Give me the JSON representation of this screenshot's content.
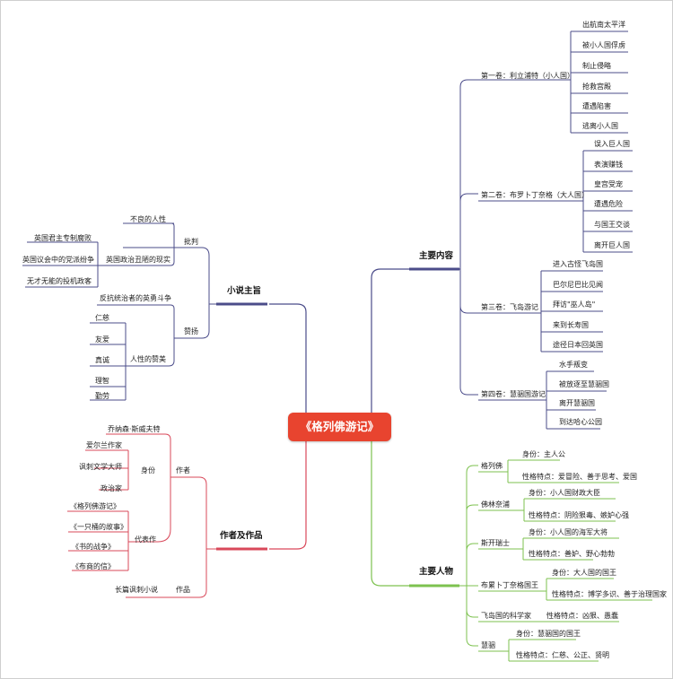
{
  "root": "《格列佛游记》",
  "colors": {
    "root": "#e8442f",
    "content": "#4b4c8a",
    "characters": "#7dc24f",
    "author": "#d9485a",
    "theme": "#4b4c8a"
  },
  "content": {
    "title": "主要内容",
    "vol1": {
      "label": "第一卷：利立浦特（小人国）",
      "items": [
        "出航南太平洋",
        "被小人国俘虏",
        "制止侵略",
        "抢救宫殿",
        "遭遇陷害",
        "逃离小人国"
      ]
    },
    "vol2": {
      "label": "第二卷：布罗卜丁奈格（大人国）",
      "items": [
        "误入巨人国",
        "表演赚钱",
        "皇宫受宠",
        "遭遇危险",
        "与国王交谈",
        "离开巨人国"
      ]
    },
    "vol3": {
      "label": "第三卷：飞岛游记",
      "items": [
        "进入古怪飞岛国",
        "巴尔尼巴比见闻",
        "拜访\"巫人岛\"",
        "来到长寿国",
        "途径日本回英国"
      ]
    },
    "vol4": {
      "label": "第四卷：慧骃国游记",
      "items": [
        "水手叛变",
        "被放逐至慧骃国",
        "离开慧骃国",
        "到达哈心公园"
      ]
    }
  },
  "characters": {
    "title": "主要人物",
    "gulliver": {
      "name": "格列佛",
      "identity": "身份：主人公",
      "traits": "性格特点：爱冒险、善于思考、爱国"
    },
    "flimnap": {
      "name": "佛林奈浦",
      "identity": "身份：小人国财政大臣",
      "traits": "性格特点：阴险狠毒、嫉妒心强"
    },
    "skyresh": {
      "name": "斯开瑞士",
      "identity": "身份：小人国的海军大将",
      "traits": "性格特点：善妒、野心勃勃"
    },
    "brob_king": {
      "name": "布累卜丁奈格国王",
      "identity": "身份：大人国的国王",
      "traits": "性格特点：博学多识、善于治理国家"
    },
    "scientist": {
      "name": "飞岛国的科学家",
      "traits": "性格特点：凶狠、愚蠢"
    },
    "houyhnhnm": {
      "name": "慧骃",
      "identity": "身份：慧骃国的国王",
      "traits": "性格特点：仁慈、公正、贤明"
    }
  },
  "theme": {
    "title": "小说主旨",
    "criticize": {
      "label": "批判",
      "bad_nature": "不良的人性",
      "politics": "英国政治丑陋的现实",
      "items": [
        "英国君主专制腐败",
        "英国议会中的党派纷争",
        "无才无能的投机政客"
      ]
    },
    "praise": {
      "label": "赞扬",
      "heroes": "反抗统治者的英勇斗争",
      "humanity": "人性的赞美",
      "items": [
        "仁慈",
        "友爱",
        "真诚",
        "理智",
        "勤劳"
      ]
    }
  },
  "author": {
    "title": "作者及作品",
    "author_label": "作者",
    "name": "乔纳森·斯威夫特",
    "identity_label": "身份",
    "identities": [
      "爱尔兰作家",
      "讽刺文学大师",
      "政治家"
    ],
    "rep_label": "代表作",
    "reps": [
      "《格列佛游记》",
      "《一只桶的故事》",
      "《书的战争》",
      "《布商的信》"
    ],
    "work_label": "作品",
    "work": "长篇讽刺小说"
  }
}
